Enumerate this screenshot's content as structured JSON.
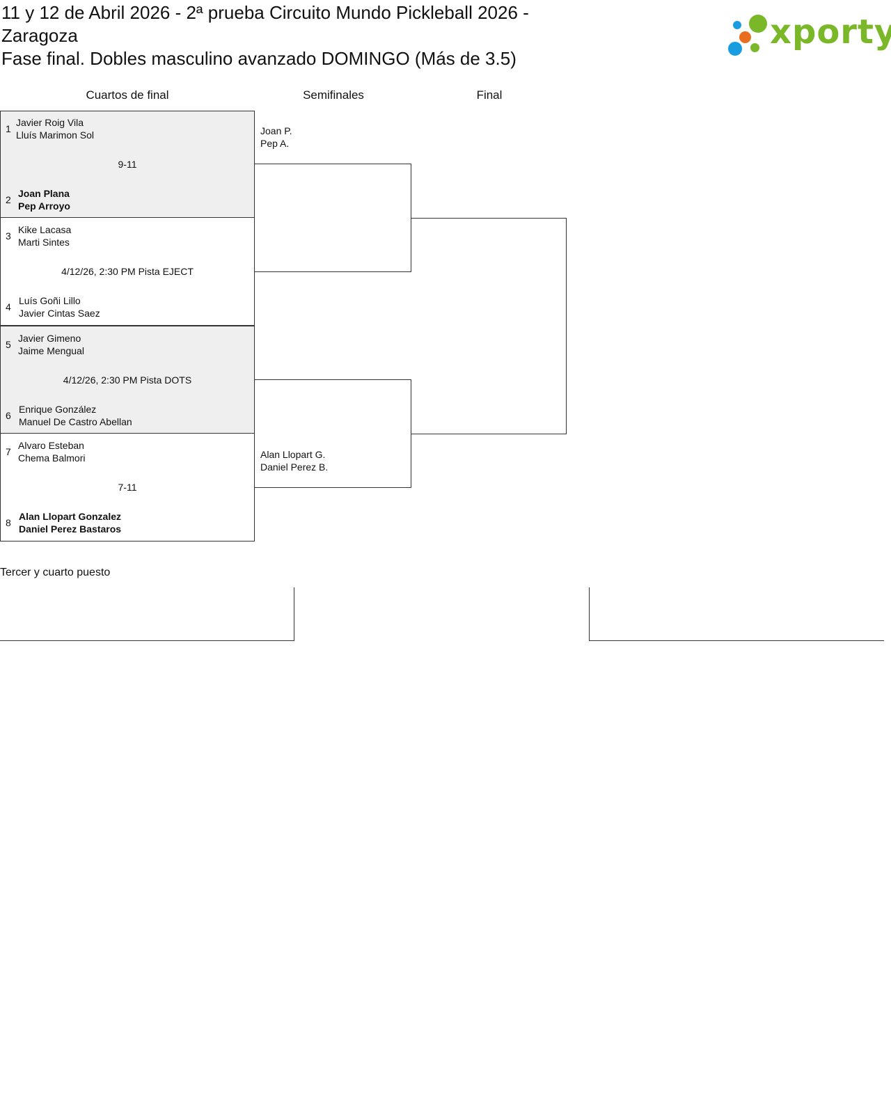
{
  "event": {
    "title_line1": "11 y 12 de Abril 2026 - 2ª prueba Circuito Mundo Pickleball 2026 - Zaragoza",
    "title_line2": "Fase final. Dobles masculino avanzado DOMINGO (Más de 3.5)"
  },
  "logo": {
    "text": "xporty",
    "colors": {
      "green": "#7ab82a",
      "blue": "#1a9de0",
      "orange": "#e86d1f"
    }
  },
  "rounds": {
    "quarterfinals": "Cuartos de final",
    "semifinals": "Semifinales",
    "final": "Final"
  },
  "quarterfinals": [
    {
      "info": "9-11",
      "top": {
        "seed": "1",
        "player1": "Javier Roig Vila",
        "player2": "Lluís Marimon Sol"
      },
      "bottom": {
        "seed": "2",
        "player1": "Joan Plana",
        "player2": "Pep Arroyo"
      }
    },
    {
      "info": "4/12/26, 2:30 PM Pista EJECT",
      "top": {
        "seed": "3",
        "player1": "Kike Lacasa",
        "player2": "Marti Sintes"
      },
      "bottom": {
        "seed": "4",
        "player1": "Luís Goñi Lillo",
        "player2": "Javier Cintas Saez"
      }
    },
    {
      "info": "4/12/26, 2:30 PM Pista DOTS",
      "top": {
        "seed": "5",
        "player1": "Javier Gimeno",
        "player2": "Jaime Mengual"
      },
      "bottom": {
        "seed": "6",
        "player1": "Enrique González",
        "player2": "Manuel De Castro Abellan"
      }
    },
    {
      "info": "7-11",
      "top": {
        "seed": "7",
        "player1": "Alvaro Esteban",
        "player2": "Chema Balmori"
      },
      "bottom": {
        "seed": "8",
        "player1": "Alan Llopart Gonzalez",
        "player2": "Daniel Perez Bastaros"
      }
    }
  ],
  "semifinalists": [
    {
      "player1": "Joan P.",
      "player2": "Pep A."
    },
    {
      "player1": "Alan Llopart G.",
      "player2": "Daniel Perez B."
    }
  ],
  "third_place": {
    "title": "Tercer y cuarto puesto"
  }
}
